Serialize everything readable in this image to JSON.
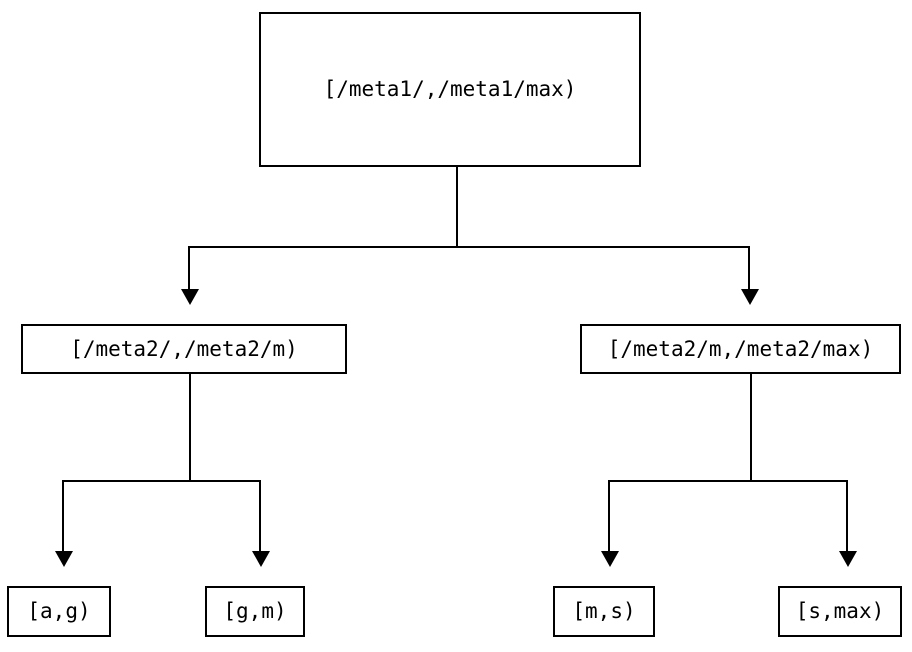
{
  "diagram": {
    "type": "tree",
    "orientation": "top-down",
    "levels": 3,
    "colors": {
      "background": "#ffffff",
      "stroke": "#000000",
      "text": "#000000",
      "node_fill": "#ffffff"
    },
    "nodes": {
      "root": {
        "id": "root",
        "label": "[/meta1/,/meta1/max)",
        "level": 0
      },
      "meta2_low": {
        "id": "meta2-low",
        "label": "[/meta2/,/meta2/m)",
        "level": 1
      },
      "meta2_high": {
        "id": "meta2-high",
        "label": "[/meta2/m,/meta2/max)",
        "level": 1
      },
      "leaf_ag": {
        "id": "leaf-ag",
        "label": "[a,g)",
        "level": 2
      },
      "leaf_gm": {
        "id": "leaf-gm",
        "label": "[g,m)",
        "level": 2
      },
      "leaf_ms": {
        "id": "leaf-ms",
        "label": "[m,s)",
        "level": 2
      },
      "leaf_smax": {
        "id": "leaf-smax",
        "label": "[s,max)",
        "level": 2
      }
    },
    "edges": [
      {
        "from": "root",
        "to": "meta2_low",
        "arrow": "down-triangle"
      },
      {
        "from": "root",
        "to": "meta2_high",
        "arrow": "down-triangle"
      },
      {
        "from": "meta2_low",
        "to": "leaf_ag",
        "arrow": "down-triangle"
      },
      {
        "from": "meta2_low",
        "to": "leaf_gm",
        "arrow": "down-triangle"
      },
      {
        "from": "meta2_high",
        "to": "leaf_ms",
        "arrow": "down-triangle"
      },
      {
        "from": "meta2_high",
        "to": "leaf_smax",
        "arrow": "down-triangle"
      }
    ]
  }
}
